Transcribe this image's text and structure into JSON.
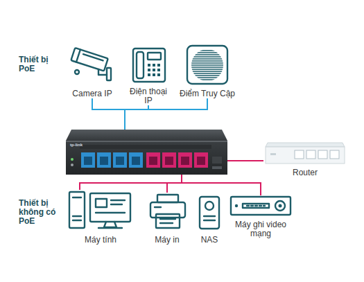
{
  "diagram": {
    "nodes": [
      {
        "text": [
          "Camera IP"
        ]
      },
      {
        "text": [
          "Điện thoại IP"
        ]
      },
      {
        "text": [
          "Điểm Truy Cập"
        ]
      },
      {
        "text": [
          "tp-link"
        ]
      },
      {
        "text": [
          "Router"
        ]
      },
      {
        "text": [
          "Máy tính"
        ]
      },
      {
        "text": [
          "Máy in"
        ]
      },
      {
        "text": [
          "NAS"
        ]
      },
      {
        "text": [
          "Máy ghi video mạng"
        ]
      }
    ],
    "edges": [
      {
        "from": 0,
        "to": 3,
        "arrow": "none"
      },
      {
        "from": 1,
        "to": 3,
        "arrow": "none"
      },
      {
        "from": 2,
        "to": 3,
        "arrow": "none"
      },
      {
        "from": 3,
        "to": 4,
        "arrow": "none"
      },
      {
        "from": 3,
        "to": 5,
        "arrow": "none"
      },
      {
        "from": 3,
        "to": 6,
        "arrow": "none"
      },
      {
        "from": 3,
        "to": 8,
        "arrow": "none"
      }
    ],
    "labels": [
      "Thiết bị PoE",
      "Thiết bị không có PoE"
    ]
  }
}
